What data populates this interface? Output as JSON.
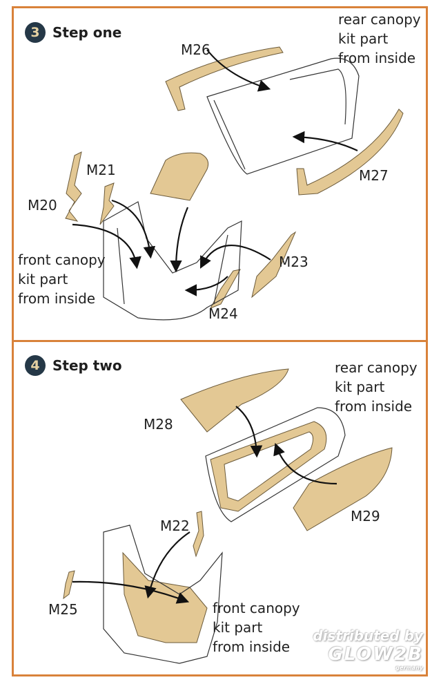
{
  "step3": {
    "number": "3",
    "title": "Step one",
    "labels": {
      "rear": "rear canopy\nkit part\nfrom inside",
      "front": "front canopy\nkit part\nfrom inside",
      "m26": "M26",
      "m27": "M27",
      "m21": "M21",
      "m20": "M20",
      "m23": "M23",
      "m24": "M24"
    }
  },
  "step4": {
    "number": "4",
    "title": "Step two",
    "labels": {
      "rear": "rear canopy\nkit part\nfrom inside",
      "front": "front canopy\nkit part\nfrom inside",
      "m28": "M28",
      "m29": "M29",
      "m22": "M22",
      "m25": "M25"
    }
  },
  "watermark": {
    "line1": "distributed by",
    "line2": "GLOW2B",
    "line3": "germany"
  },
  "colors": {
    "border": "#d9823a",
    "part": "#e3c894",
    "badge": "#253847"
  }
}
